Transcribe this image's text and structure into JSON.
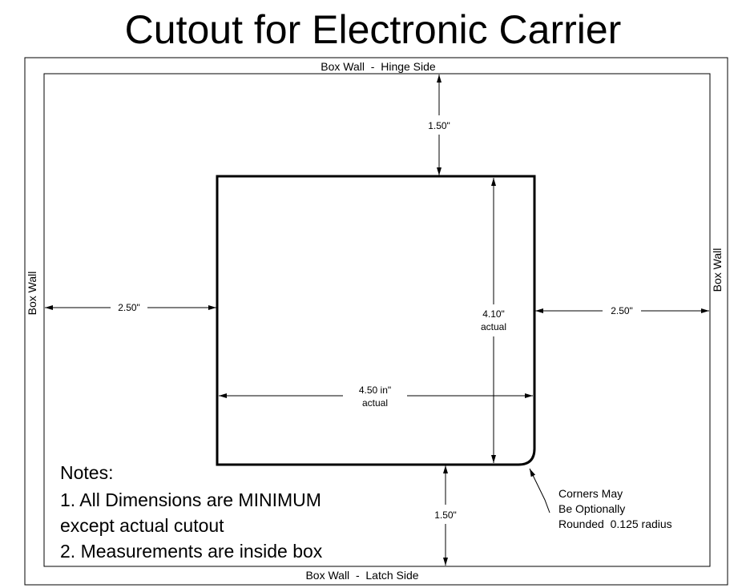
{
  "title": "Cutout for Electronic Carrier",
  "walls": {
    "top": "Box Wall  -  Hinge Side",
    "bottom": "Box Wall  -  Latch Side",
    "left": "Box Wall",
    "right": "Box Wall"
  },
  "dimensions": {
    "top_clearance": "1.50\"",
    "bottom_clearance": "1.50\"",
    "left_clearance": "2.50\"",
    "right_clearance": "2.50\"",
    "height": "4.10\"",
    "height_note": "actual",
    "width": "4.50 in\"",
    "width_note": "actual"
  },
  "notes": {
    "heading": "Notes:",
    "line1": "1. All Dimensions are MINIMUM",
    "line2": "except actual cutout",
    "line3": "2. Measurements are inside box"
  },
  "corner_note": {
    "line1": "Corners May",
    "line2": "Be Optionally",
    "line3": "Rounded  0.125 radius"
  },
  "colors": {
    "ink": "#000000",
    "background": "#ffffff"
  }
}
